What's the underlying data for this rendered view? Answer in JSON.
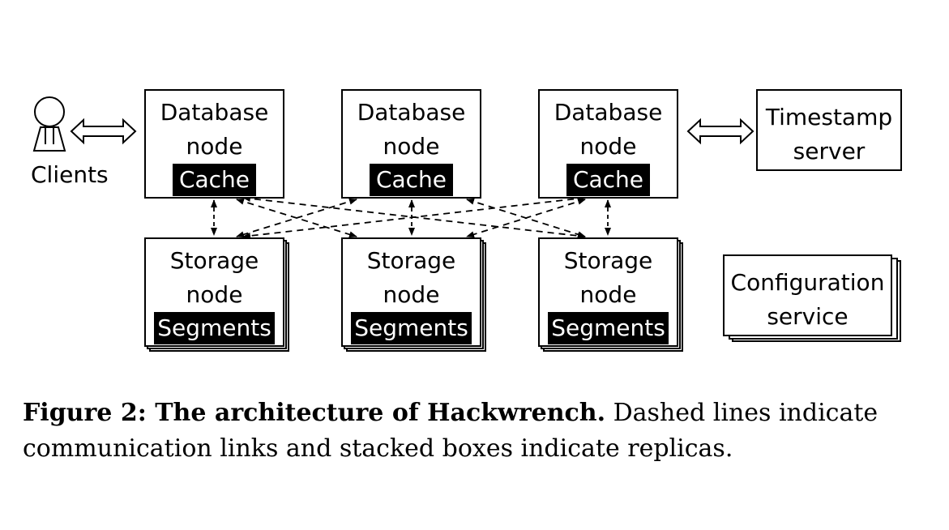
{
  "diagram": {
    "clients_label": "Clients",
    "database_nodes": [
      {
        "title_line1": "Database",
        "title_line2": "node",
        "component": "Cache"
      },
      {
        "title_line1": "Database",
        "title_line2": "node",
        "component": "Cache"
      },
      {
        "title_line1": "Database",
        "title_line2": "node",
        "component": "Cache"
      }
    ],
    "storage_nodes": [
      {
        "title_line1": "Storage",
        "title_line2": "node",
        "component": "Segments"
      },
      {
        "title_line1": "Storage",
        "title_line2": "node",
        "component": "Segments"
      },
      {
        "title_line1": "Storage",
        "title_line2": "node",
        "component": "Segments"
      }
    ],
    "timestamp_server": {
      "line1": "Timestamp",
      "line2": "server"
    },
    "configuration_service": {
      "line1": "Configuration",
      "line2": "service"
    }
  },
  "caption": {
    "label": "Figure 2: The architecture of Hackwrench.",
    "text": " Dashed lines indicate communication links and stacked boxes indicate replicas."
  }
}
